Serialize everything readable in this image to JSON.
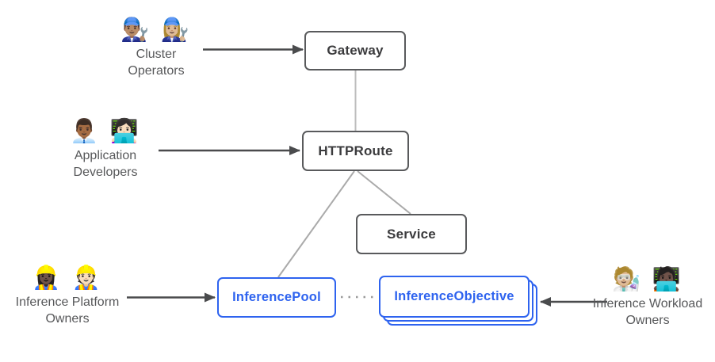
{
  "diagram": {
    "nodes": {
      "gateway": {
        "label": "Gateway"
      },
      "httproute": {
        "label": "HTTPRoute"
      },
      "service": {
        "label": "Service"
      },
      "inference_pool": {
        "label": "InferencePool"
      },
      "inference_objective": {
        "label": "InferenceObjective",
        "stacked_copies": 3
      }
    },
    "actors": {
      "cluster_operators": {
        "label": "Cluster Operators",
        "icons": "👨🏽‍🔧 👩🏼‍🔧"
      },
      "application_developers": {
        "label": "Application Developers",
        "icons": "👨🏾‍💼 👩🏻‍💻"
      },
      "inference_platform_owners": {
        "label": "Inference Platform Owners",
        "icons": "👷🏿‍♀️ 👷🏻"
      },
      "inference_workload_owners": {
        "label": "Inference Workload Owners",
        "icons": "🧑🏼‍🔬 🧑🏿‍💻"
      }
    },
    "edges": [
      {
        "from": "cluster_operators",
        "to": "gateway",
        "style": "solid-arrow"
      },
      {
        "from": "application_developers",
        "to": "httproute",
        "style": "solid-arrow"
      },
      {
        "from": "inference_platform_owners",
        "to": "inference_pool",
        "style": "solid-arrow"
      },
      {
        "from": "inference_workload_owners",
        "to": "inference_objective",
        "style": "solid-arrow"
      },
      {
        "from": "gateway",
        "to": "httproute",
        "style": "plain-line"
      },
      {
        "from": "httproute",
        "to": "service",
        "style": "plain-line"
      },
      {
        "from": "httproute",
        "to": "inference_pool",
        "style": "plain-line"
      },
      {
        "from": "inference_pool",
        "to": "inference_objective",
        "style": "dotted-line"
      }
    ],
    "colors": {
      "node_border_gray": "#595a5c",
      "node_text_gray": "#3b3b3d",
      "resource_blue": "#2e63ef",
      "connector_light_gray": "#b0b0b0",
      "dotted_gray": "#9a9a9a",
      "arrow_dark_gray": "#4a4b4d",
      "actor_label_gray": "#57585a",
      "background": "#ffffff"
    }
  }
}
